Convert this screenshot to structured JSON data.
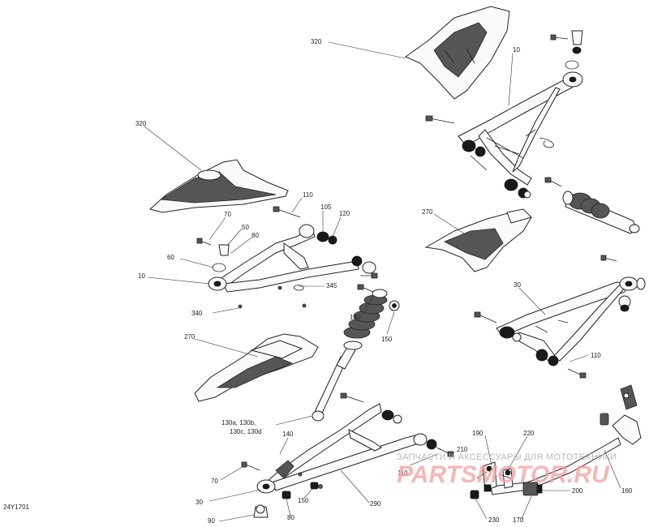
{
  "diagram_code": "24Y1701",
  "labels": {
    "l320a": "320",
    "l10a": "10",
    "l320b": "320",
    "l110a": "110",
    "l105": "105",
    "l120": "120",
    "l70a": "70",
    "l50": "50",
    "l80a": "80",
    "l60": "60",
    "l10b": "10",
    "l345": "345",
    "l270a": "270",
    "l30a": "30",
    "l340": "340",
    "l140a": "140",
    "l150a": "150",
    "l270b": "270",
    "l110b": "110",
    "l130a": "130a, 130b,",
    "l130b": "130c, 130d",
    "l140b": "140",
    "l210": "210",
    "l190": "190",
    "l220": "220",
    "l70b": "70",
    "l110c": "110",
    "l30b": "30",
    "l290": "290",
    "l150b": "150",
    "l80b": "80",
    "l90": "90",
    "l200": "200",
    "l160": "160",
    "l230": "230",
    "l170": "170"
  },
  "watermark": {
    "tagline": "ЗАПЧАСТИ И АКСЕССУАРЫ ДЛЯ МОТОТЕХНИКИ",
    "brand": "PARTSMOTOR.RU"
  }
}
